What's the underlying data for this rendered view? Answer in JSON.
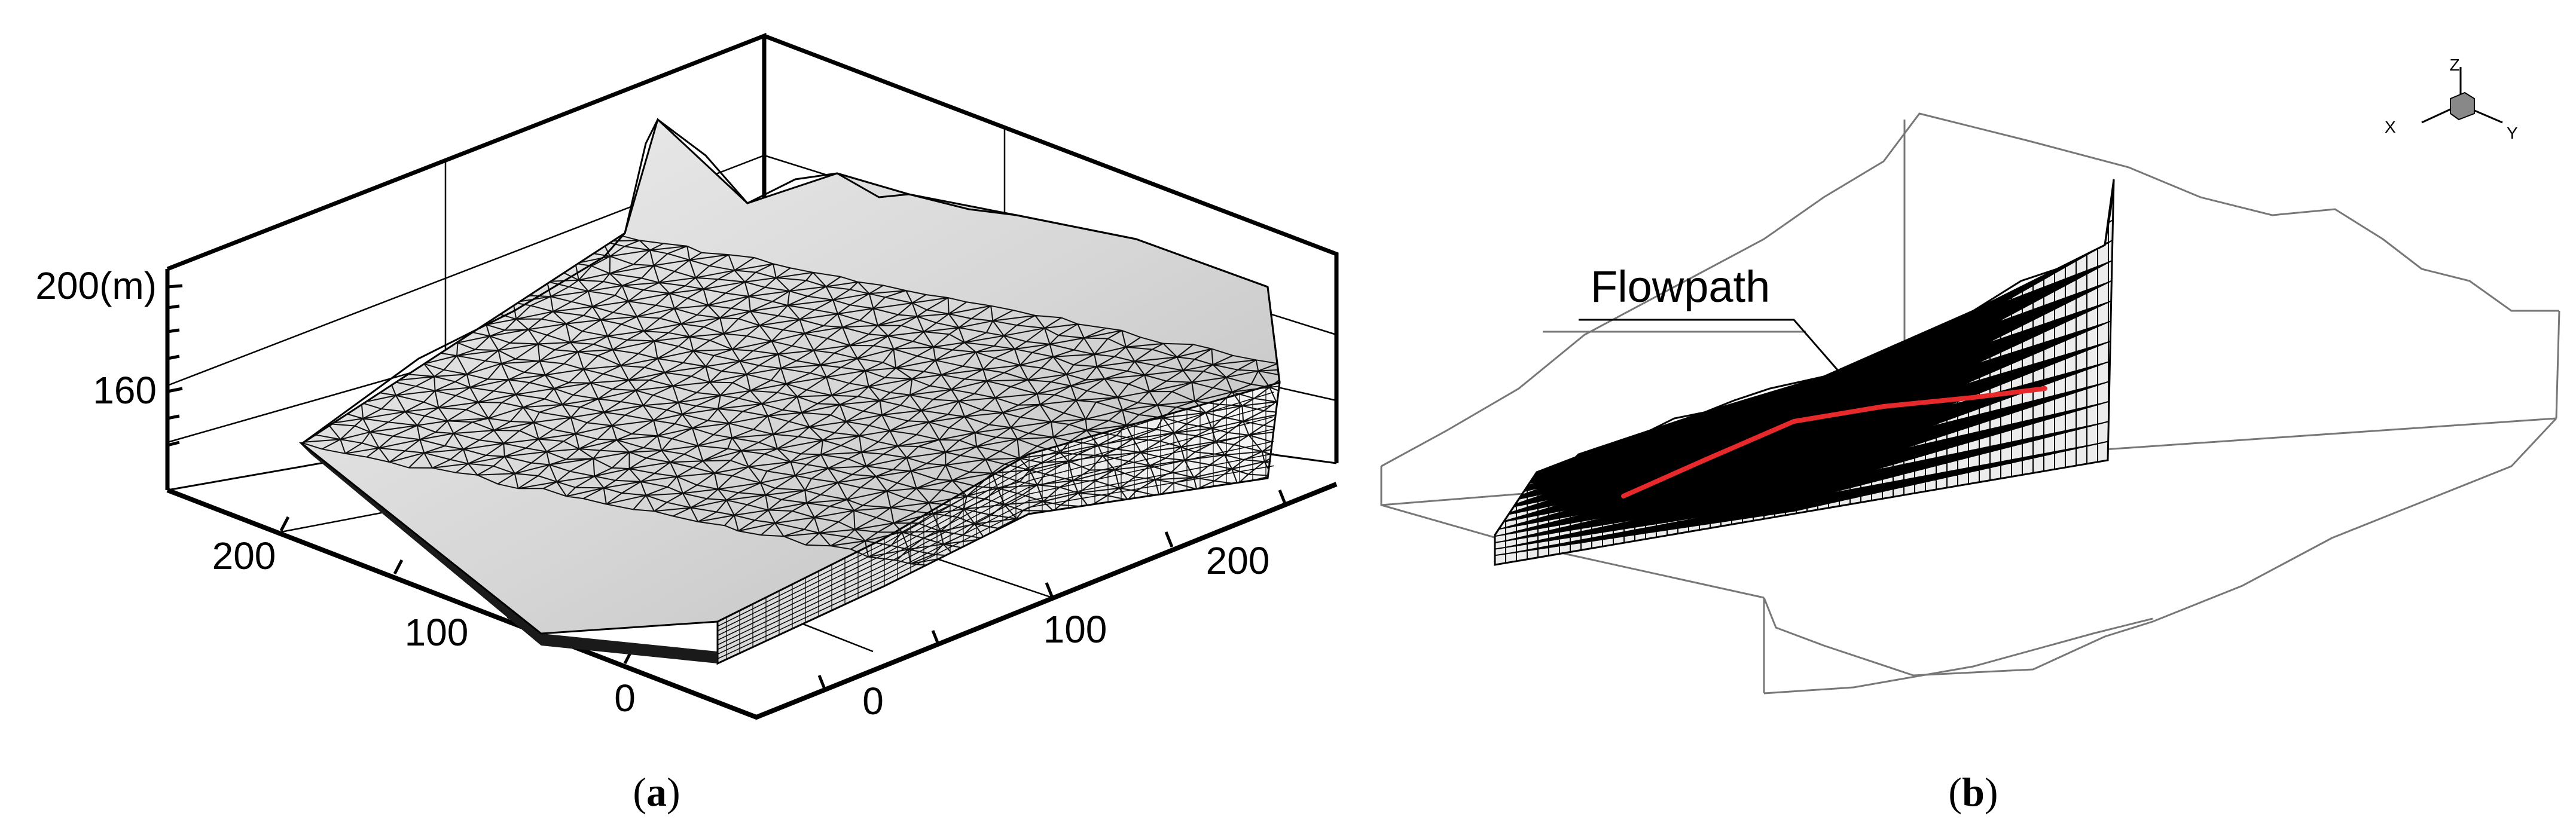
{
  "panel_a": {
    "z_ticks": [
      "200(m)",
      "160"
    ],
    "left_axis_ticks": [
      "200",
      "100",
      "0"
    ],
    "right_axis_ticks": [
      "0",
      "100",
      "200"
    ],
    "caption_open": "(",
    "caption_letter": "a",
    "caption_close": ")"
  },
  "panel_b": {
    "flowpath_label": "Flowpath",
    "axis_triad": {
      "z": "Z",
      "x": "X",
      "y": "Y"
    },
    "flowpath_color": "#e8292c",
    "caption_open": "(",
    "caption_letter": "b",
    "caption_close": ")"
  }
}
